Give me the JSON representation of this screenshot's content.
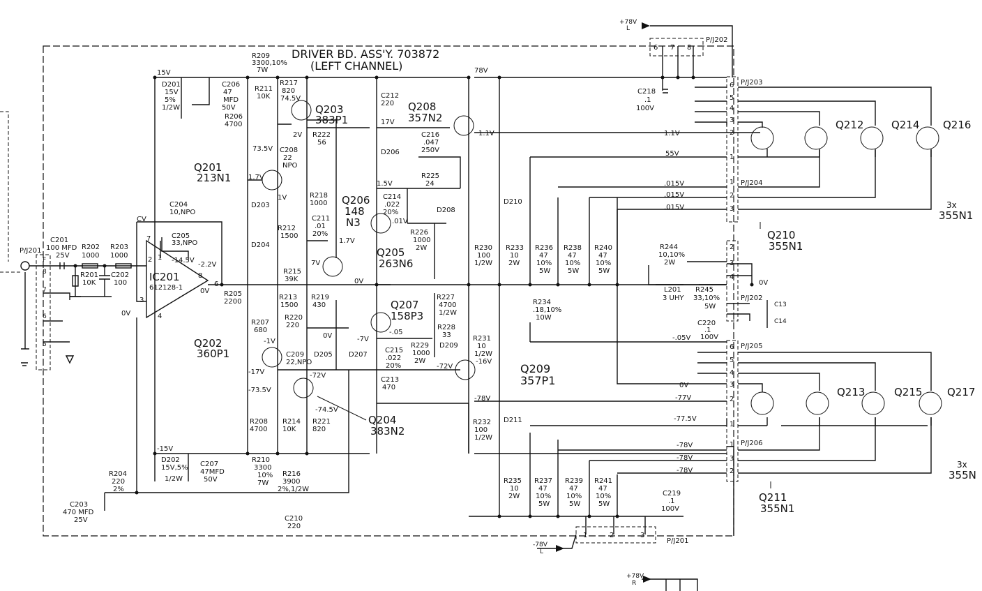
{
  "title_line1": "DRIVER BD. ASS'Y.  703872",
  "title_line2": "(LEFT CHANNEL)",
  "connectors": {
    "pj201": "P/J201",
    "pj202": "P/J202",
    "pj203": "P/J203",
    "pj204": "P/J204",
    "pj205": "P/J205",
    "pj206": "P/J206",
    "pj202b": "P/J202",
    "pj201b": "P/J201"
  },
  "supplies": {
    "plus78L": "+78V",
    "plus78L_sub": "L",
    "minus78L": "-78V",
    "minus78L_sub": "L",
    "plus78R": "+78V",
    "plus78R_sub": "R"
  },
  "rails": {
    "v15": "15V",
    "vm15": "-15V",
    "v78": "78V",
    "v17": "17V",
    "v11": "1.1V",
    "v55": "55V",
    "v015a": ".015V",
    "v015b": ".015V",
    "v015c": ".015V",
    "v0out": "0V",
    "vm05": "-.05V",
    "vm77": "-77V",
    "vm775": "-77.5V",
    "vm78a": "-78V",
    "vm78b": "-78V",
    "vm78c": "-78V",
    "vm78d": "-78V",
    "v0mid": "0V",
    "v0q": "0V",
    "v0lo": "0V",
    "cv": "CV",
    "v0ic": "0V",
    "v2": "2V",
    "v735": "73.5V",
    "v17b": "1.7V",
    "v1": "1V",
    "v17c": "1.7V",
    "v7": "7V",
    "v15b": "1.5V",
    "v01": ".01V",
    "vm145": "-14.5V",
    "vm22": "-2.2V",
    "v0ic2": "0V",
    "vm7": "-7V",
    "vm05b": "-.05",
    "vm17": "-17V",
    "vm1": "-1V",
    "vm735": "-73.5V",
    "vm72": "-72V",
    "vm745": "-74.5V",
    "vm72b": "-72V",
    "vm16": "-16V",
    "v745": "74.5V",
    "v11b": "1.1V"
  },
  "transistors": {
    "q201": "Q201",
    "q201_type": "213N1",
    "q202": "Q202",
    "q202_type": "360P1",
    "q203": "Q203",
    "q203_type": "383P1",
    "q204": "Q204",
    "q204_type": "383N2",
    "q205": "Q205",
    "q205_type": "263N6",
    "q206": "Q206",
    "q206_type1": "148",
    "q206_type2": "N3",
    "q207": "Q207",
    "q207_type": "158P3",
    "q208": "Q208",
    "q208_type": "357N2",
    "q209": "Q209",
    "q209_type": "357P1",
    "q210": "Q210",
    "q210_type": "355N1",
    "q211": "Q211",
    "q211_type": "355N1",
    "q212": "Q212",
    "q213": "Q213",
    "q214": "Q214",
    "q215": "Q215",
    "q216": "Q216",
    "q217": "Q217",
    "x3a": "3x",
    "x3a_type": "355N1",
    "x3b": "3x",
    "x3b_type": "355N"
  },
  "ic": {
    "name": "IC201",
    "part": "612128-1",
    "pin7": "7",
    "pin1": "1",
    "pin8": "8",
    "pin2": "2",
    "pin3": "3",
    "pin4": "4",
    "pin6": "6"
  },
  "components": {
    "c201": "C201",
    "c201_v": "100 MFD",
    "c201_r": "25V",
    "r202": "R202",
    "r202_v": "1000",
    "r203": "R203",
    "r203_v": "1000",
    "r201": "R201",
    "r201_v": "10K",
    "c202": "C202",
    "c202_v": "100",
    "d201": "D201",
    "d201_v1": "15V",
    "d201_v2": "5%",
    "d201_v3": "1/2W",
    "c206": "C206",
    "c206_v1": "47",
    "c206_v2": "MFD",
    "c206_v3": "50V",
    "r209": "R209",
    "r209_v": "3300,10%",
    "r209_w": "7W",
    "r211": "R211",
    "r211_v": "10K",
    "r217": "R217",
    "r217_v": "820",
    "r206": "R206",
    "r206_v": "4700",
    "c208": "C208",
    "c208_v1": "22",
    "c208_v2": "NPO",
    "r222": "R222",
    "r222_v": "56",
    "c212": "C212",
    "c212_v": "220",
    "c216": "C216",
    "c216_v1": ".047",
    "c216_v2": "250V",
    "d206": "D206",
    "r225": "R225",
    "r225_v": "24",
    "c214": "C214",
    "c214_v1": ".022",
    "c214_v2": "20%",
    "d208": "D208",
    "r226": "R226",
    "r226_v1": "1000",
    "r226_v2": "2W",
    "d210": "D210",
    "r218": "R218",
    "r218_v": "1000",
    "d203": "D203",
    "c204": "C204",
    "c204_v": "10,NPO",
    "c205": "C205",
    "c205_v": "33,NPO",
    "r212": "R212",
    "r212_v": "1500",
    "c211": "C211",
    "c211_v1": ".01",
    "c211_v2": "20%",
    "d204": "D204",
    "r215": "R215",
    "r215_v": "39K",
    "r205": "R205",
    "r205_v": "2200",
    "r213": "R213",
    "r213_v": "1500",
    "r219": "R219",
    "r219_v": "430",
    "r220": "R220",
    "r220_v": "220",
    "r227": "R227",
    "r227_v1": "4700",
    "r227_v2": "1/2W",
    "r228": "R228",
    "r228_v": "33",
    "r229": "R229",
    "r229_v1": "1000",
    "r229_v2": "2W",
    "d209": "D209",
    "c215": "C215",
    "c215_v1": ".022",
    "c215_v2": "20%",
    "d207": "D207",
    "r207": "R207",
    "r207_v": "680",
    "c209": "C209",
    "c209_v": "22,NPO",
    "d205": "D205",
    "r231": "R231",
    "r231_v1": "10",
    "r231_v2": "1/2W",
    "c213": "C213",
    "c213_v": "470",
    "r208": "R208",
    "r208_v": "4700",
    "r214": "R214",
    "r214_v": "10K",
    "r221": "R221",
    "r221_v": "820",
    "r232": "R232",
    "r232_v1": "100",
    "r232_v2": "1/2W",
    "d211": "D211",
    "d202": "D202",
    "d202_v1": "15V,5%",
    "d202_v2": "1/2W",
    "c207": "C207",
    "c207_v1": "47MFD",
    "c207_v2": "50V",
    "r210": "R210",
    "r210_v1": "3300",
    "r210_v2": "10%",
    "r210_v3": "7W",
    "r216": "R216",
    "r216_v1": "3900",
    "r216_v2": "2%,1/2W",
    "c210": "C210",
    "c210_v": "220",
    "r204": "R204",
    "r204_v1": "220",
    "r204_v2": "2%",
    "c203": "C203",
    "c203_v1": "470 MFD",
    "c203_v2": "25V",
    "r230": "R230",
    "r230_v1": "100",
    "r230_v2": "1/2W",
    "r233": "R233",
    "r233_v1": "10",
    "r233_v2": "2W",
    "r236": "R236",
    "r236_v1": "47",
    "r236_v2": "10%",
    "r236_v3": "5W",
    "r238": "R238",
    "r238_v1": "47",
    "r238_v2": "10%",
    "r238_v3": "5W",
    "r240": "R240",
    "r240_v1": "47",
    "r240_v2": "10%",
    "r240_v3": "5W",
    "r234": "R234",
    "r234_v1": ".18,10%",
    "r234_v2": "10W",
    "r235": "R235",
    "r235_v1": "10",
    "r235_v2": "2W",
    "r237": "R237",
    "r237_v1": "47",
    "r237_v2": "10%",
    "r237_v3": "5W",
    "r239": "R239",
    "r239_v1": "47",
    "r239_v2": "10%",
    "r239_v3": "5W",
    "r241": "R241",
    "r241_v1": "47",
    "r241_v2": "10%",
    "r241_v3": "5W",
    "c218": "C218",
    "c218_v1": ".1",
    "c218_v2": "100V",
    "r244": "R244",
    "r244_v1": "10,10%",
    "r244_v2": "2W",
    "l201": "L201",
    "l201_v": "3  UHY",
    "r245": "R245",
    "r245_v1": "33,10%",
    "r245_v2": "5W",
    "c220": "C220",
    "c220_v1": ".1",
    "c220_v2": "100V",
    "c13": "C13",
    "c14": "C14",
    "c219": "C219",
    "c219_v1": ".1",
    "c219_v2": "100V"
  },
  "pins": {
    "p202_6": "6",
    "p202_7": "7",
    "p202_8": "8",
    "p203_6": "6",
    "p203_5": "5",
    "p203_4": "4",
    "p203_3": "3",
    "p203_2": "2",
    "p203_1": "1",
    "p204_1": "1",
    "p204_2": "2",
    "p204_3": "3",
    "p202b_2": "2",
    "p202b_3": "3",
    "p202b_4": "4",
    "p205_6": "6",
    "p205_5": "5",
    "p205_4": "4",
    "p205_3": "3",
    "p205_2": "2",
    "p205_1": "1",
    "p206_1": "1",
    "p206_3": "3",
    "p206_2": "2",
    "p201_8": "8",
    "p201_7": "7",
    "p201_6": "6",
    "p201_5": "5",
    "p201_f": "F",
    "p201b_1": "1",
    "p201b_2": "2",
    "p201b_3": "3"
  }
}
